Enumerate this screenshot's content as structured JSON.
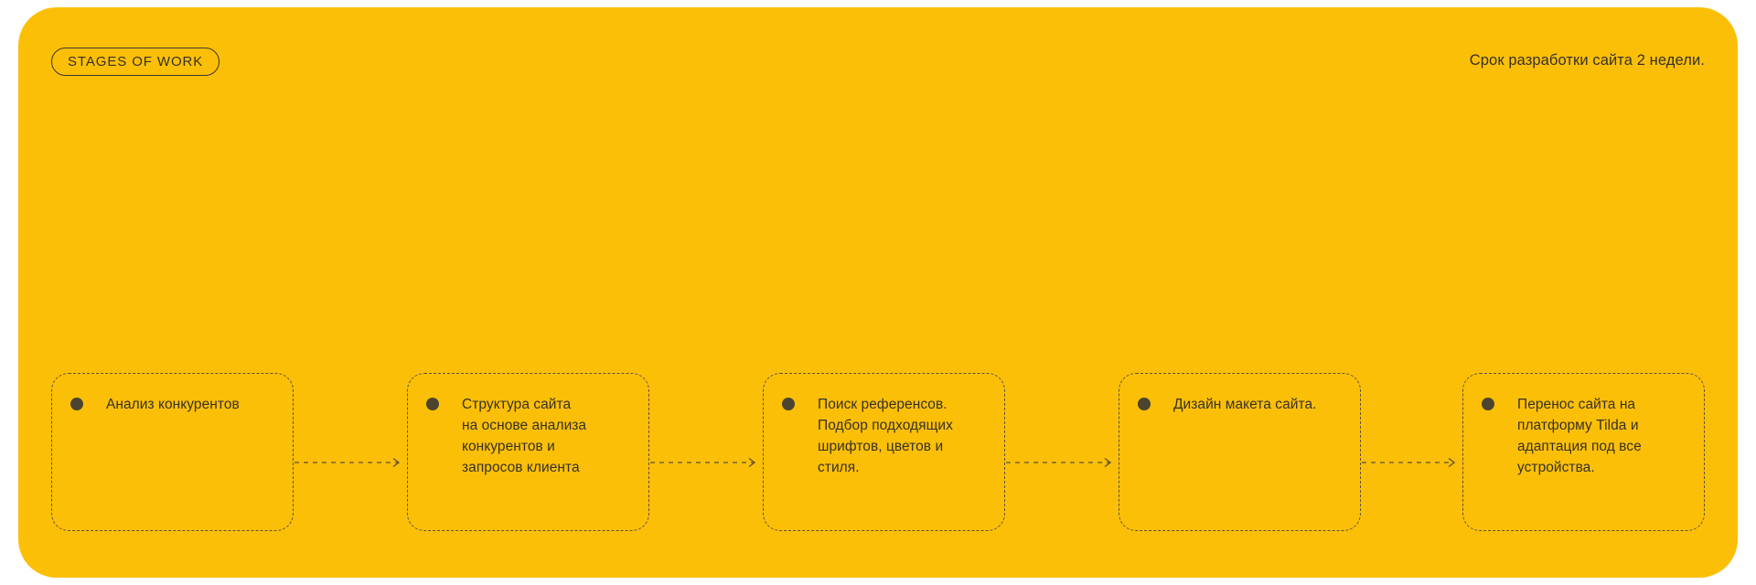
{
  "theme": {
    "panel_bg": "#FCBF07",
    "page_bg": "#FFFFFF",
    "text_color": "#35312C",
    "bullet_color": "#4A4430",
    "border_color": "#5D5237"
  },
  "header": {
    "badge_label": "STAGES OF WORK",
    "deadline_note": "Срок разработки сайта 2 недели."
  },
  "flow": {
    "steps": [
      {
        "bullet": "bullet-dot",
        "text": "Анализ конкурентов"
      },
      {
        "bullet": "bullet-dot",
        "text": "Структура сайта\nна основе анализа\nконкурентов и\nзапросов клиента"
      },
      {
        "bullet": "bullet-dot",
        "text": "Поиск референсов.\nПодбор подходящих\nшрифтов, цветов и стиля."
      },
      {
        "bullet": "bullet-dot",
        "text": "Дизайн макета сайта."
      },
      {
        "bullet": "bullet-dot",
        "text": "Перенос сайта на\nплатформу Tilda и\nадаптация под все\nустройства."
      }
    ],
    "connectors": [
      {
        "icon": "dashed-arrow-right-icon"
      },
      {
        "icon": "dashed-arrow-right-icon"
      },
      {
        "icon": "dashed-arrow-right-icon"
      },
      {
        "icon": "dashed-arrow-right-icon"
      }
    ]
  }
}
